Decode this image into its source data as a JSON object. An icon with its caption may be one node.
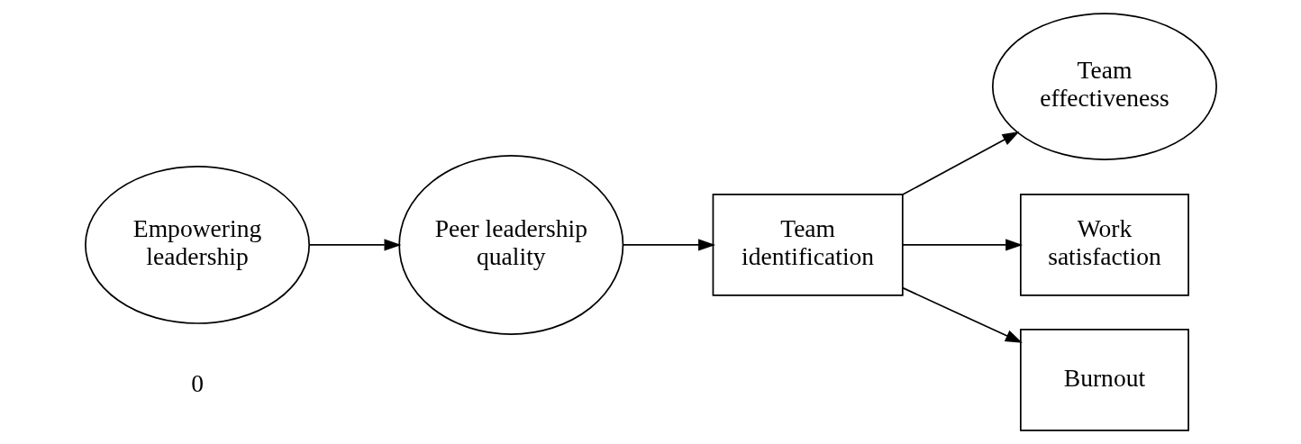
{
  "diagram": {
    "nodes": [
      {
        "text": [
          "Empowering leadership"
        ]
      },
      {
        "text": [
          "Peer leadership quality"
        ]
      },
      {
        "text": [
          "Team identification"
        ]
      },
      {
        "text": [
          "Team effectiveness"
        ]
      },
      {
        "text": [
          "Work satisfaction"
        ]
      },
      {
        "text": [
          "Burnout"
        ]
      }
    ],
    "edges": [
      {
        "from": 0,
        "to": 1,
        "arrow": "to"
      },
      {
        "from": 1,
        "to": 2,
        "arrow": "to"
      },
      {
        "from": 2,
        "to": 3,
        "arrow": "to"
      },
      {
        "from": 2,
        "to": 4,
        "arrow": "to"
      },
      {
        "from": 2,
        "to": 5,
        "arrow": "to"
      }
    ],
    "labels": [
      "0"
    ]
  }
}
